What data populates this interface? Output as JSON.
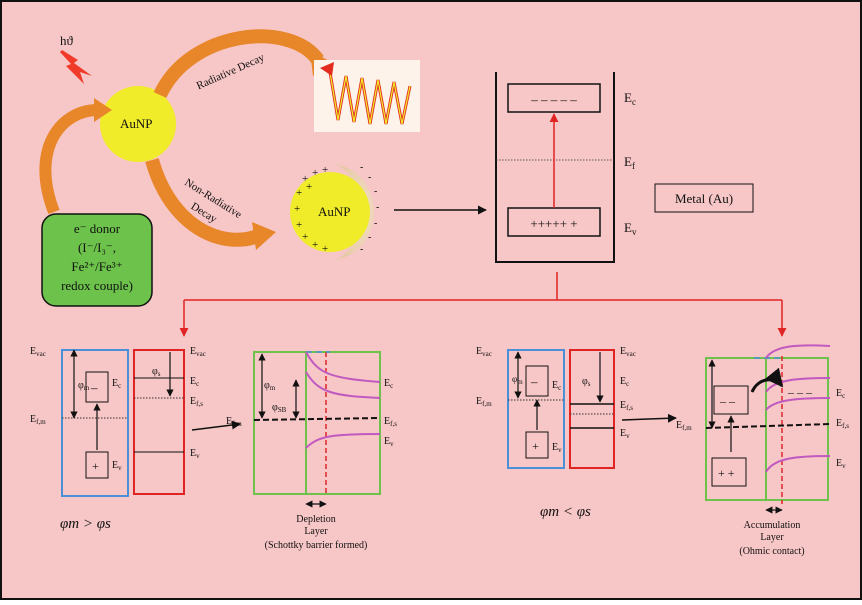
{
  "top": {
    "light": "hϑ",
    "auNP": "AuNP",
    "radiative": "Radiative Decay",
    "nonRadiative1": "Non-Radiative",
    "nonRadiative2": "Decay",
    "donor": [
      "e⁻ donor",
      "(I⁻/I₃⁻,",
      "Fe²⁺/Fe³⁺",
      "redox couple)"
    ],
    "holes": "+++++ +",
    "electrons": "– – – – –",
    "metal": "Metal (Au)",
    "Ec": "E",
    "Ec_sub": "c",
    "Ef": "E",
    "Ef_sub": "f",
    "Ev": "E",
    "Ev_sub": "v"
  },
  "left": {
    "condition": "φm > φs",
    "caption1": "Depletion",
    "caption2": "Layer",
    "caption3": "(Schottky barrier formed)"
  },
  "right": {
    "condition": "φm < φs",
    "caption1": "Accumulation",
    "caption2": "Layer",
    "caption3": "(Ohmic contact)"
  },
  "colors": {
    "background": "#f7c6c6",
    "metalBox": "#4a90d9",
    "semiBox": "#e02424",
    "junctionBox": "#6cc24a",
    "band": "#c05ac0",
    "gold": "#f0ec2a",
    "donorBox": "#6cc24a",
    "arrow": "#e8862a"
  }
}
